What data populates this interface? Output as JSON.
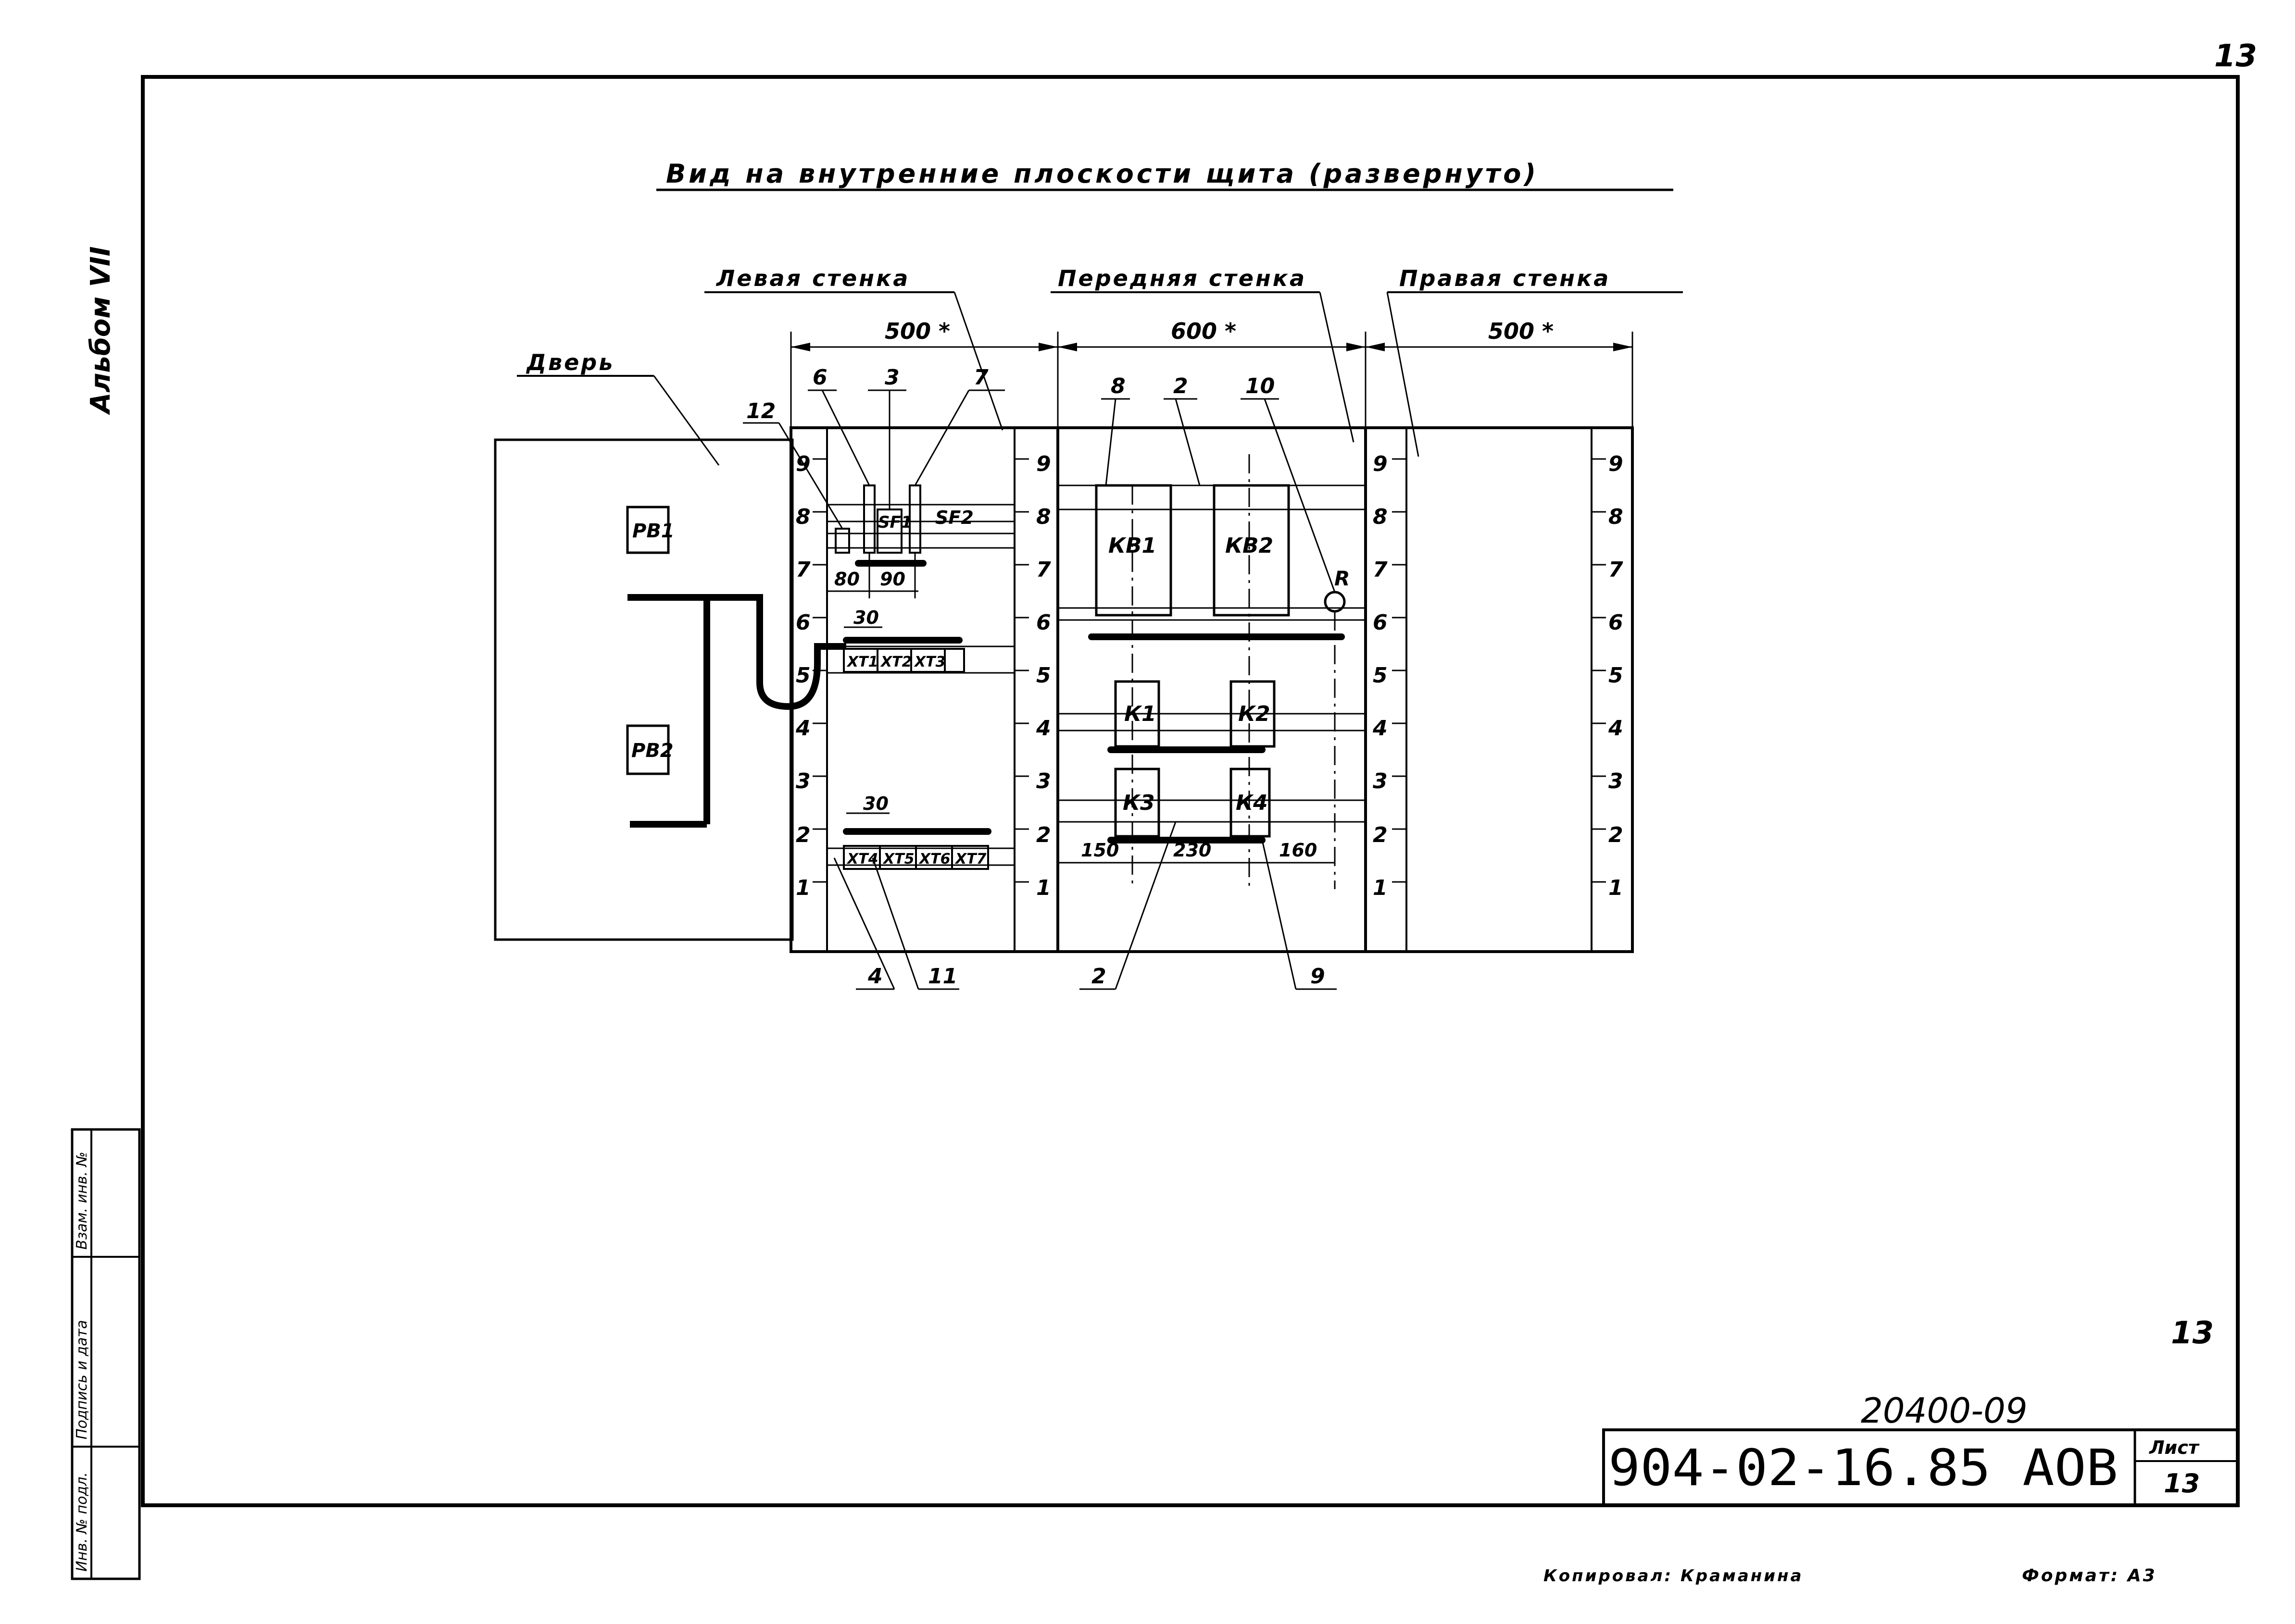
{
  "sheet_number_top": "13",
  "album_label": "Альбом VII",
  "title": "Вид на внутренние плоскости щита (развернуто)",
  "walls": {
    "left": "Левая стенка",
    "front": "Передняя стенка",
    "right": "Правая стенка",
    "door": "Дверь"
  },
  "dimensions": {
    "left_width": "500 *",
    "front_width": "600 *",
    "right_width": "500 *",
    "d80": "80",
    "d90": "90",
    "d30_upper": "30",
    "d30_lower": "30",
    "d150": "150",
    "d230": "230",
    "d160": "160"
  },
  "scale_marks": [
    "1",
    "2",
    "3",
    "4",
    "5",
    "6",
    "7",
    "8",
    "9"
  ],
  "devices": {
    "rb1": "РВ1",
    "rb2": "РВ2",
    "sf1": "SF1",
    "sf2": "SF2",
    "kv1": "КВ1",
    "kv2": "КВ2",
    "k1": "К1",
    "k2": "К2",
    "k3": "К3",
    "k4": "К4",
    "r": "R",
    "terminals_upper": [
      "ХТ1",
      "ХТ2",
      "ХТ3"
    ],
    "terminals_lower": [
      "ХТ4",
      "ХТ5",
      "ХТ6",
      "ХТ7"
    ]
  },
  "callouts": {
    "c12": "12",
    "c6": "6",
    "c3": "3",
    "c7": "7",
    "c8": "8",
    "c2_top": "2",
    "c10": "10",
    "c4": "4",
    "c11": "11",
    "c2_bottom": "2",
    "c9": "9"
  },
  "stamp": {
    "sheet_mark": "13",
    "project_number": "20400-09",
    "designation": "904-02-16.85 АОВ",
    "sheet_label": "Лист",
    "sheet_value": "13"
  },
  "side_stamp": {
    "col1": "Инв. № подл.",
    "col2": "Подпись и дата",
    "col3": "Взам. инв. №"
  },
  "footer": {
    "copied": "Копировал: Краманина",
    "format": "Формат: А3"
  }
}
